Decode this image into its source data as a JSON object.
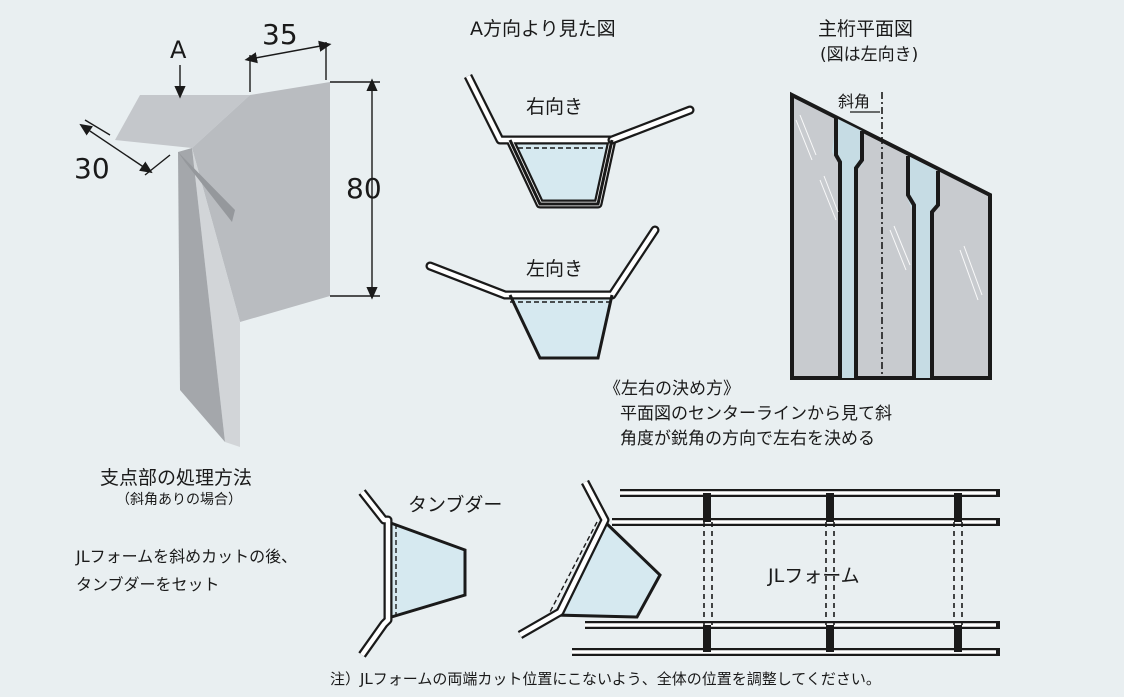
{
  "iso_view": {
    "arrow_label": "A",
    "dim_top": "35",
    "dim_left": "30",
    "dim_right": "80",
    "caption": "支点部の処理方法",
    "subcaption": "（斜角ありの場合）"
  },
  "a_view": {
    "title": "A方向より見た図",
    "right_label": "右向き",
    "left_label": "左向き"
  },
  "plan_view": {
    "title": "主桁平面図",
    "subtitle": "(図は左向き)",
    "angle_label": "斜角"
  },
  "rule": {
    "heading": "《左右の決め方》",
    "line1": "平面図のセンターラインから見て斜",
    "line2": "角度が鋭角の方向で左右を決める"
  },
  "stopper": {
    "label": "タンブダー",
    "note_line1": "JLフォームを斜めカットの後、",
    "note_line2": "タンブダーをセット"
  },
  "form": {
    "label": "JLフォーム"
  },
  "footnote": "注）JLフォームの両端カット位置にこないよう、全体の位置を調整してください。",
  "colors": {
    "background": "#e9eff1",
    "plate": "#a9acb1",
    "plate_light": "#c8cbcf",
    "water": "#d6e9f0",
    "line": "#1a1a1a"
  }
}
